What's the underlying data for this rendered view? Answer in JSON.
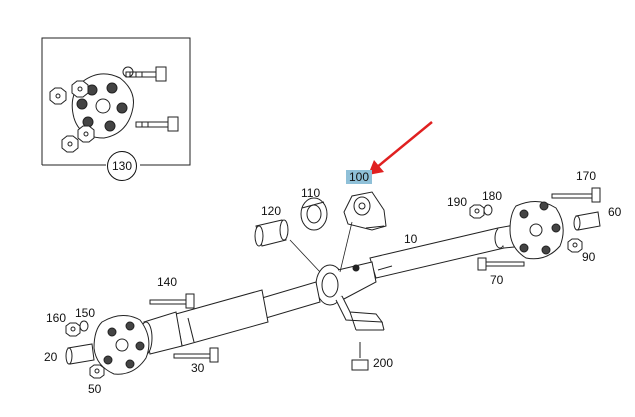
{
  "diagram": {
    "inset_label": "130",
    "highlight_label": "100",
    "callouts": {
      "p170": "170",
      "p190": "190",
      "p180": "180",
      "p60": "60",
      "p110": "110",
      "p120": "120",
      "p10": "10",
      "p90": "90",
      "p70": "70",
      "p140": "140",
      "p160": "160",
      "p150": "150",
      "p20": "20",
      "p30": "30",
      "p50": "50",
      "p200": "200"
    },
    "colors": {
      "arrow": "#e02020",
      "highlight": "#8fc0d8",
      "line": "#222222"
    }
  }
}
